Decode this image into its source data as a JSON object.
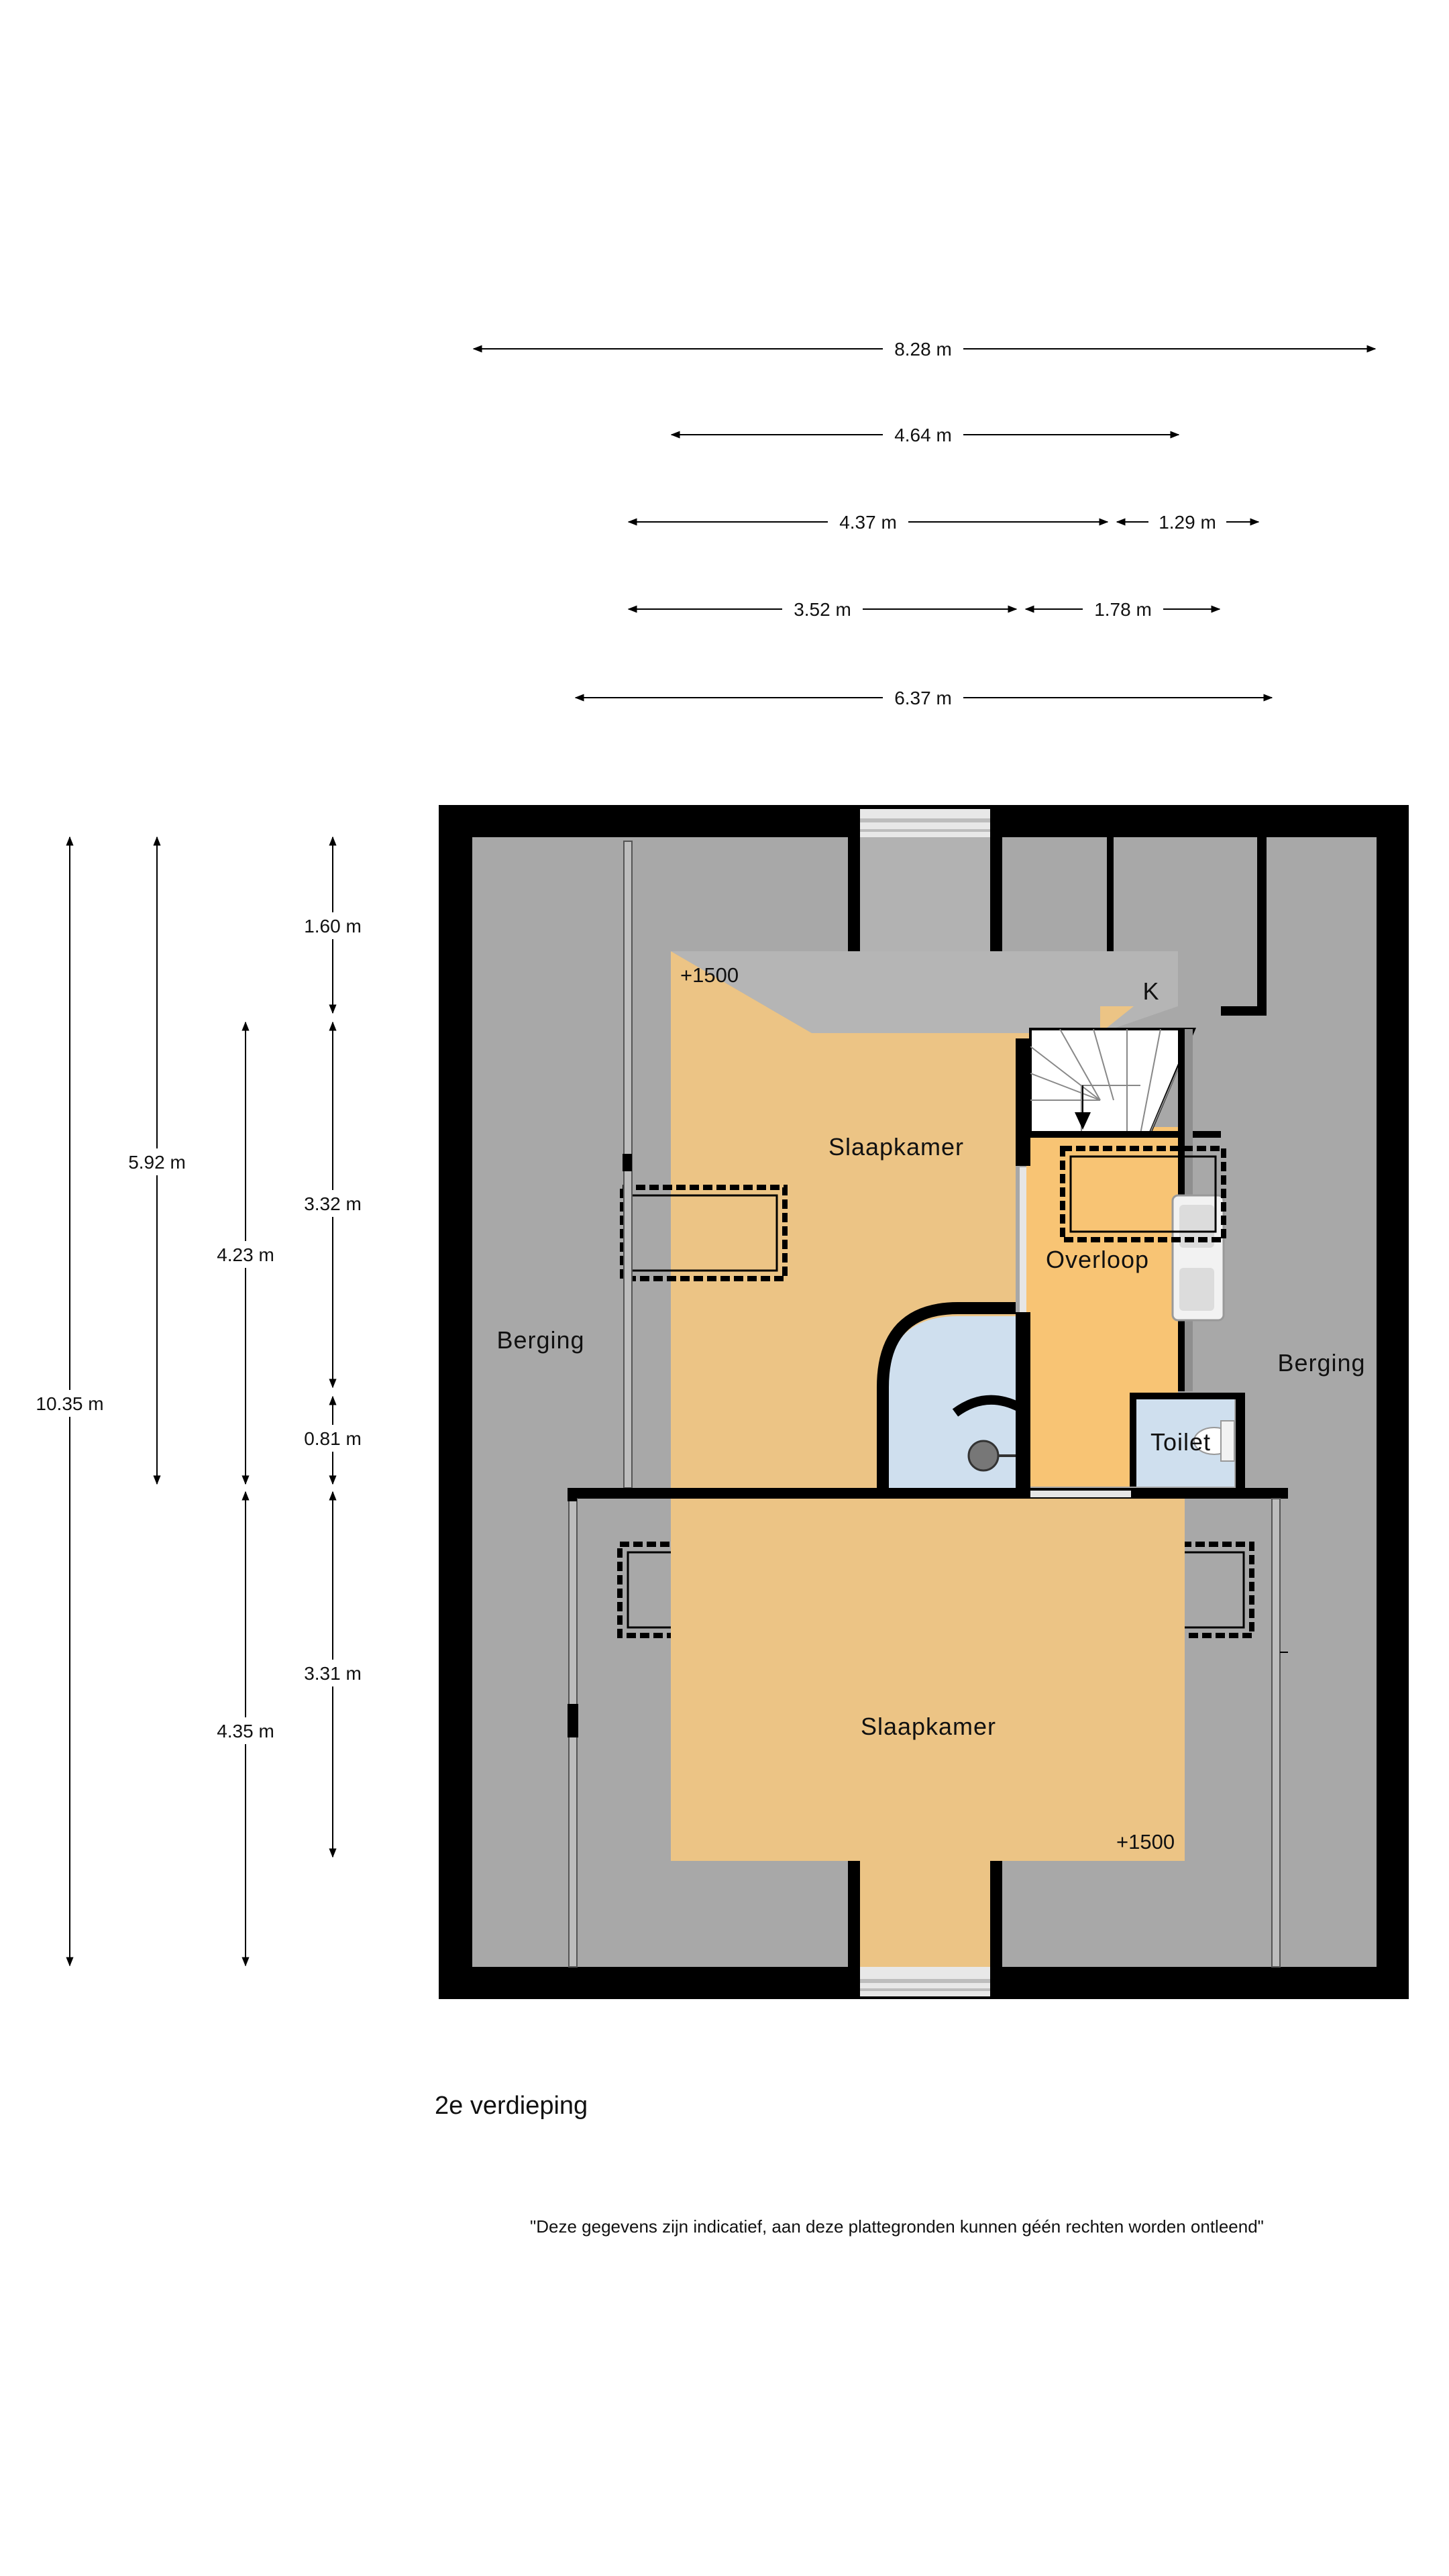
{
  "dimensions_top": [
    {
      "label": "8.28 m"
    },
    {
      "label": "4.64 m"
    },
    {
      "label": "4.37 m"
    },
    {
      "label": "1.29 m"
    },
    {
      "label": "3.52 m"
    },
    {
      "label": "1.78 m"
    },
    {
      "label": "6.37 m"
    }
  ],
  "dimensions_left": [
    {
      "label": "10.35 m"
    },
    {
      "label": "5.92 m"
    },
    {
      "label": "4.23 m"
    },
    {
      "label": "4.35 m"
    },
    {
      "label": "1.60 m"
    },
    {
      "label": "3.32 m"
    },
    {
      "label": "0.81 m"
    },
    {
      "label": "3.31 m"
    }
  ],
  "rooms": {
    "slaapkamer_top": "Slaapkamer",
    "slaapkamer_bottom": "Slaapkamer",
    "overloop": "Overloop",
    "berging_left": "Berging",
    "berging_right": "Berging",
    "toilet": "Toilet",
    "kast": "K",
    "height_top": "+1500",
    "height_bottom": "+1500"
  },
  "colors": {
    "wall": "#000000",
    "low_ceiling": "#9e9e9e",
    "attic_grey": "#a8a8a8",
    "bedroom": "#ecc485",
    "landing": "#f8c474",
    "bathroom": "#cfdfee"
  },
  "floor_label": "2e verdieping",
  "disclaimer": "\"Deze gegevens zijn indicatief, aan deze plattegronden kunnen géén rechten worden ontleend\""
}
